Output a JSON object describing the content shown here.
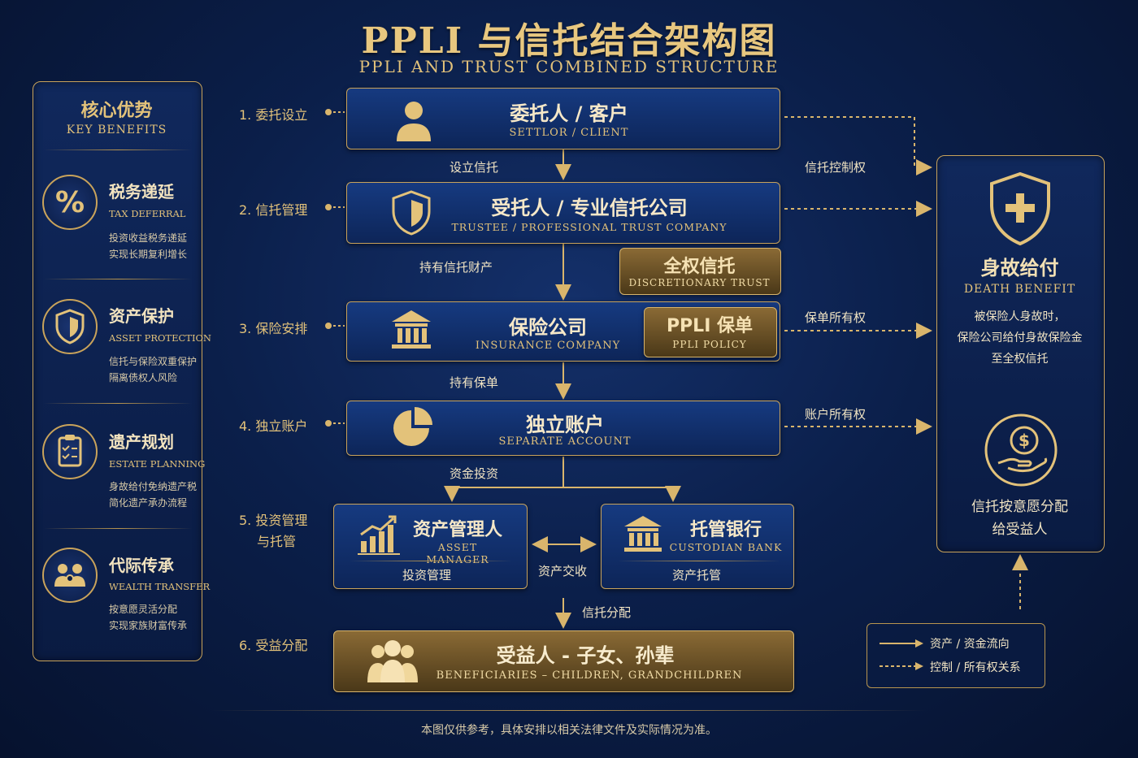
{
  "title": "PPLI 与信托结合架构图",
  "subtitle": "PPLI AND TRUST COMBINED STRUCTURE",
  "benefits": {
    "title": "核心优势",
    "subtitle": "KEY BENEFITS",
    "items": [
      {
        "title": "税务递延",
        "en": "TAX DEFERRAL",
        "desc1": "投资收益税务递延",
        "desc2": "实现长期复利增长",
        "icon": "percent-icon"
      },
      {
        "title": "资产保护",
        "en": "ASSET PROTECTION",
        "desc1": "信托与保险双重保护",
        "desc2": "隔离债权人风险",
        "icon": "shield-icon"
      },
      {
        "title": "遗产规划",
        "en": "ESTATE PLANNING",
        "desc1": "身故给付免纳遗产税",
        "desc2": "简化遗产承办流程",
        "icon": "clipboard-icon"
      },
      {
        "title": "代际传承",
        "en": "WEALTH TRANSFER",
        "desc1": "按意愿灵活分配",
        "desc2": "实现家族财富传承",
        "icon": "family-icon"
      }
    ]
  },
  "steps": [
    "1. 委托设立",
    "2. 信托管理",
    "3. 保险安排",
    "4. 独立账户",
    "5. 投资管理",
    "与托管",
    "6. 受益分配"
  ],
  "nodes": {
    "settlor": {
      "title": "委托人 / 客户",
      "en": "SETTLOR / CLIENT"
    },
    "trustee": {
      "title": "受托人 / 专业信托公司",
      "en": "TRUSTEE / PROFESSIONAL TRUST COMPANY"
    },
    "discretionary": {
      "title": "全权信托",
      "en": "DISCRETIONARY TRUST"
    },
    "insurer": {
      "title": "保险公司",
      "en": "INSURANCE COMPANY"
    },
    "policy": {
      "title": "PPLI 保单",
      "en": "PPLI POLICY"
    },
    "account": {
      "title": "独立账户",
      "en": "SEPARATE ACCOUNT"
    },
    "manager": {
      "title": "资产管理人",
      "en": "ASSET MANAGER",
      "desc": "投资管理"
    },
    "custodian": {
      "title": "托管银行",
      "en": "CUSTODIAN BANK",
      "desc": "资产托管"
    },
    "beneficiaries": {
      "title": "受益人 - 子女、孙辈",
      "en": "BENEFICIARIES – CHILDREN, GRANDCHILDREN"
    }
  },
  "flow_labels": {
    "establish": "设立信托",
    "hold_trust": "持有信托财产",
    "hold_policy": "持有保单",
    "invest": "资金投资",
    "exchange": "资产交收",
    "distribute": "信托分配",
    "trust_control": "信托控制权",
    "policy_own": "保单所有权",
    "account_own": "账户所有权"
  },
  "death_benefit": {
    "title": "身故给付",
    "en": "DEATH BENEFIT",
    "desc1": "被保险人身故时，",
    "desc2": "保险公司给付身故保险金",
    "desc3": "至全权信托",
    "dist1": "信托按意愿分配",
    "dist2": "给受益人"
  },
  "legend": {
    "solid": "资产 / 资金流向",
    "dashed": "控制 / 所有权关系"
  },
  "footnote": "本图仅供参考，具体安排以相关法律文件及实际情况为准。",
  "colors": {
    "gold": "#e3c27a",
    "navy": "#0b1f4a",
    "box": "#163a80"
  }
}
